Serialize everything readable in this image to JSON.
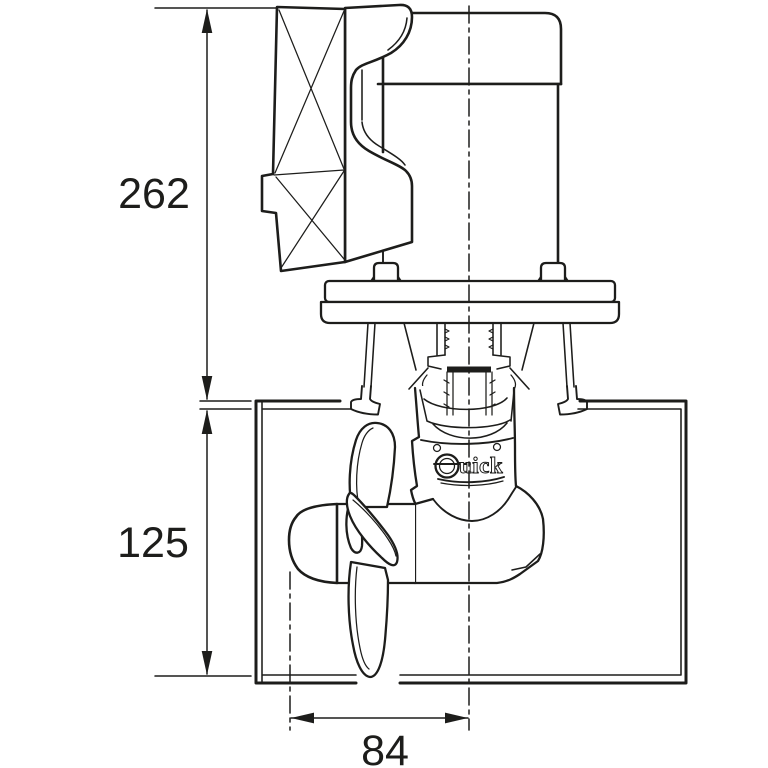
{
  "drawing": {
    "line_color": "#1d1d1b",
    "background_color": "#ffffff",
    "logo": {
      "brand": "Quick",
      "tail": "uick"
    },
    "dimensions": {
      "overall_height": {
        "value": "262",
        "orientation": "vertical"
      },
      "tunnel_diameter": {
        "value": "125",
        "orientation": "vertical"
      },
      "propeller_offset": {
        "value": "84",
        "orientation": "horizontal"
      }
    }
  }
}
